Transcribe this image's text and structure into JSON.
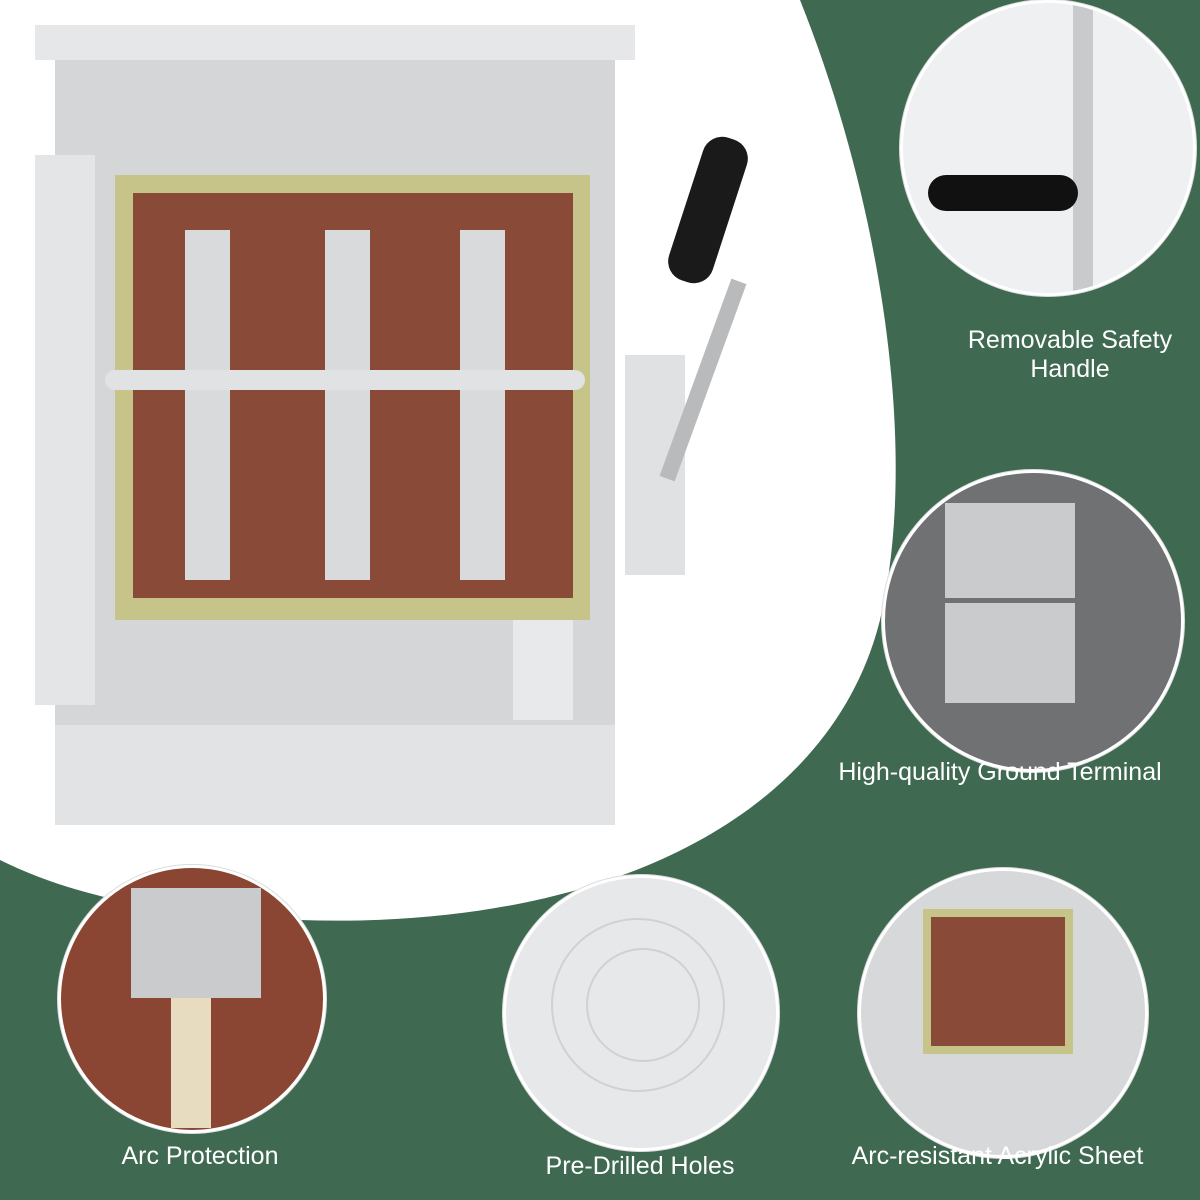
{
  "features": [
    {
      "label": "Removable Safety Handle"
    },
    {
      "label": "High-quality Ground Terminal"
    },
    {
      "label": "Arc Protection"
    },
    {
      "label": "Pre-Drilled Holes"
    },
    {
      "label": "Arc-resistant Acrylic Sheet"
    }
  ],
  "colors": {
    "background": "#3f6951",
    "board": "#8a4a38",
    "insulator": "#c7c48a",
    "enclosure": "#cfd1d2",
    "handle": "#1a1a1a"
  }
}
